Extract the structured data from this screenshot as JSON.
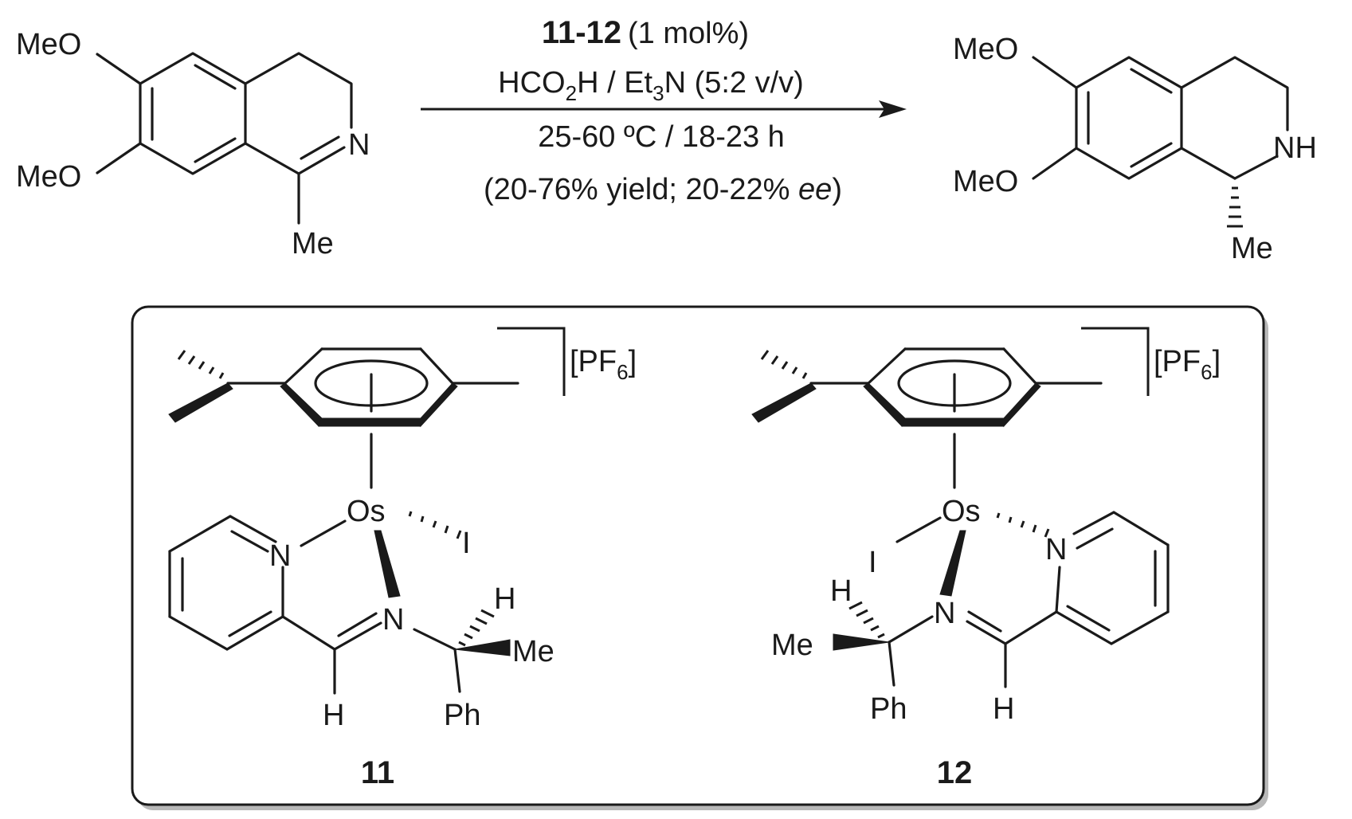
{
  "reaction": {
    "catalyst_range": "11-12",
    "catalyst_loading": "(1 mol%)",
    "reagent_a": "HCO",
    "reagent_a_sub": "2",
    "reagent_a_tail": "H / Et",
    "reagent_b_sub": "3",
    "reagent_b_tail": "N (5:2 v/v)",
    "temperature_time": "25-60 ºC / 18-23 h",
    "yield_prefix": "(20-76% yield; 20-22% ",
    "yield_ee": "ee",
    "yield_suffix": ")"
  },
  "starting_material": {
    "meo_top": "MeO",
    "meo_bottom": "MeO",
    "n": "N",
    "me": "Me"
  },
  "product": {
    "meo_top": "MeO",
    "meo_bottom": "MeO",
    "nh": "NH",
    "me": "Me"
  },
  "complex_11": {
    "counterion": "[PF",
    "counterion_sub": "6",
    "counterion_close": "]",
    "metal": "Os",
    "iodide": "I",
    "pyridine_n": "N",
    "imine_n": "N",
    "imine_h": "H",
    "stereo_h": "H",
    "methyl": "Me",
    "phenyl": "Ph",
    "label": "11"
  },
  "complex_12": {
    "counterion": "[PF",
    "counterion_sub": "6",
    "counterion_close": "]",
    "metal": "Os",
    "iodide": "I",
    "pyridine_n": "N",
    "imine_n": "N",
    "imine_h": "H",
    "stereo_h": "H",
    "methyl": "Me",
    "phenyl": "Ph",
    "label": "12"
  }
}
